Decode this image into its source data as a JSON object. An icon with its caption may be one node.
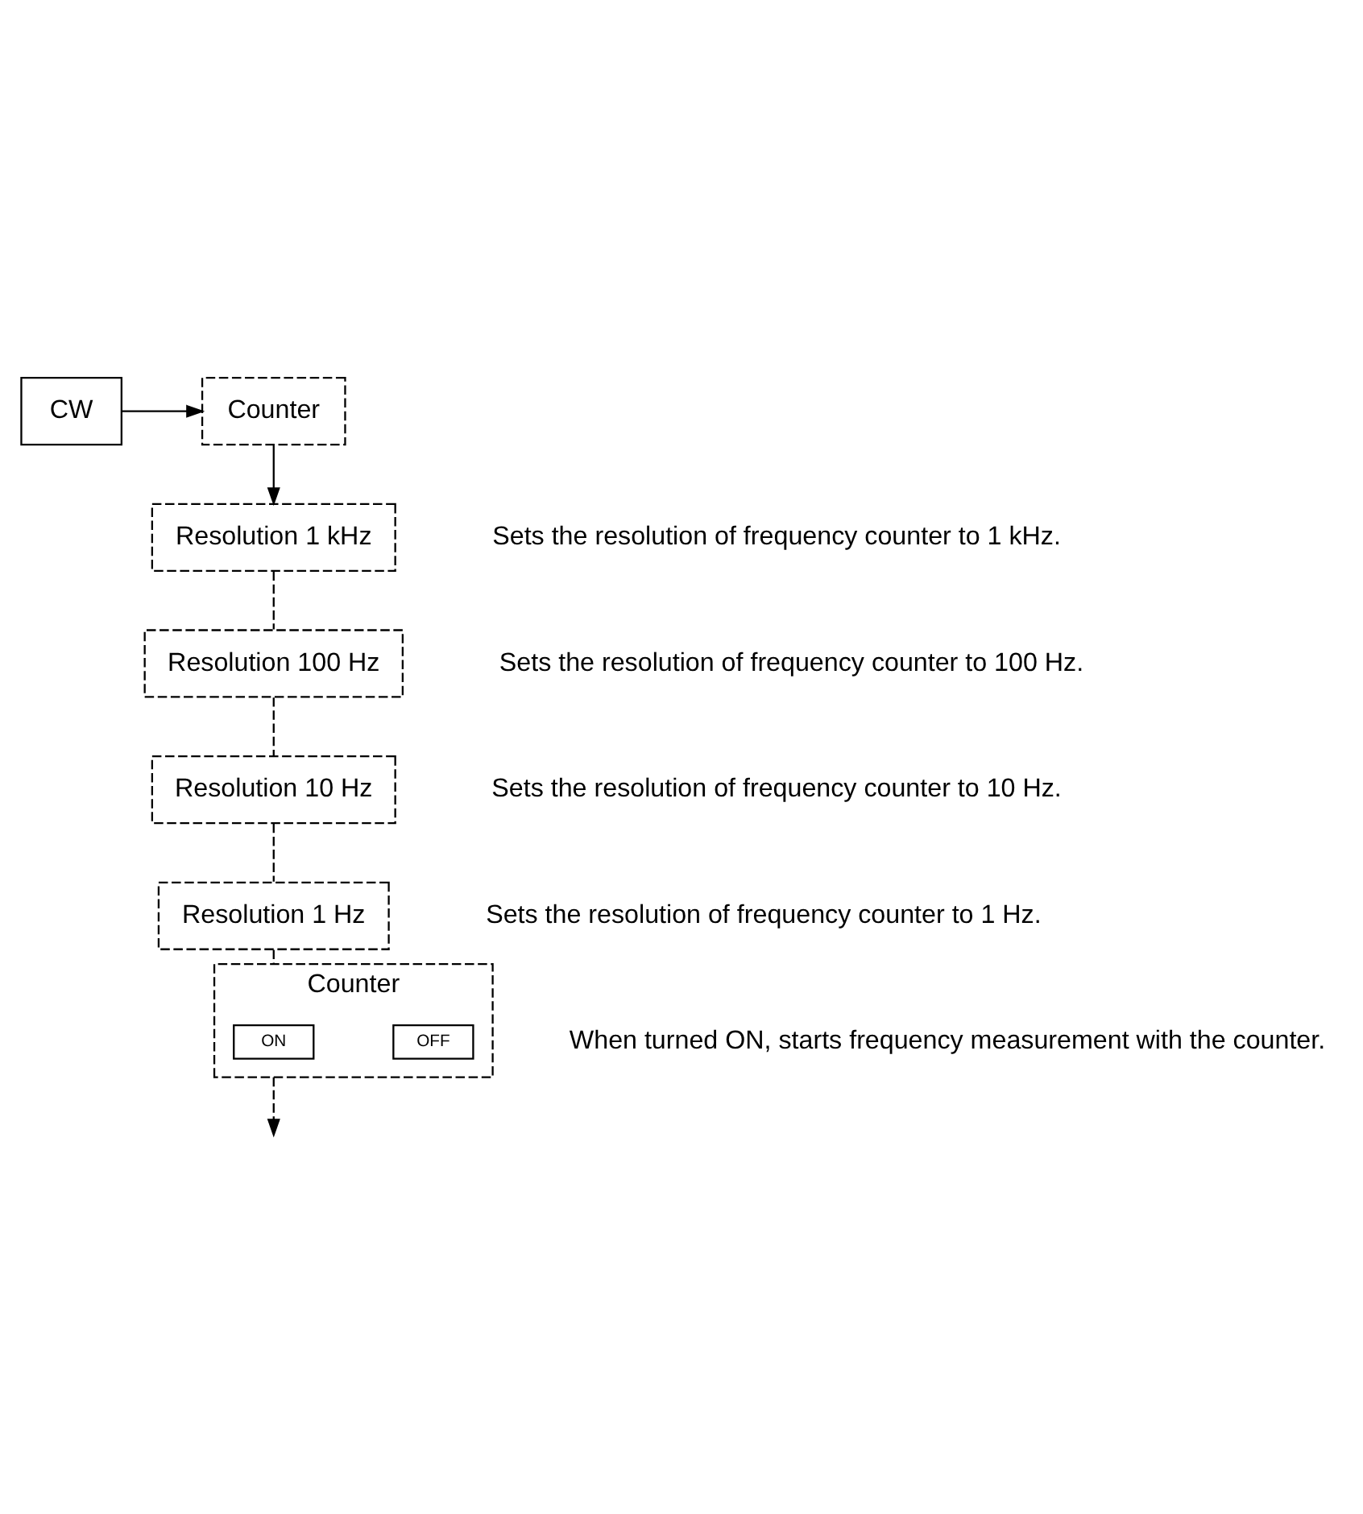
{
  "diagram": {
    "nodes": [
      {
        "text": [
          "CW"
        ]
      },
      {
        "text": [
          "Counter"
        ]
      },
      {
        "text": [
          "Resolution 1 kHz"
        ],
        "beside": [
          "Sets the resolution of frequency counter to 1 kHz."
        ]
      },
      {
        "text": [
          "Resolution 100 Hz"
        ],
        "beside": [
          "Sets the resolution of frequency counter to 100 Hz."
        ]
      },
      {
        "text": [
          "Resolution 10 Hz"
        ],
        "beside": [
          "Sets the resolution of frequency counter to 10 Hz."
        ]
      },
      {
        "text": [
          "Resolution 1 Hz"
        ],
        "beside": [
          "Sets the resolution of frequency counter to 1 Hz."
        ]
      },
      {
        "text": [
          "Counter"
        ],
        "beside": [
          "When turned ON, starts frequency measurement with the counter."
        ]
      },
      {
        "text": [
          "ON"
        ],
        "in": 6
      },
      {
        "text": [
          "OFF"
        ],
        "in": 6
      }
    ],
    "edges": [
      {
        "from": 0,
        "to": 1,
        "arrow": "to"
      },
      {
        "from": 1,
        "to": 2,
        "arrow": "to"
      },
      {
        "from": 2,
        "to": 3,
        "arrow": "none",
        "style": "dashed"
      },
      {
        "from": 3,
        "to": 4,
        "arrow": "none",
        "style": "dashed"
      },
      {
        "from": 4,
        "to": 5,
        "arrow": "none",
        "style": "dashed"
      },
      {
        "from": 5,
        "to": 6,
        "arrow": "none",
        "style": "dashed"
      },
      {
        "from": 6,
        "to": null,
        "arrow": "to",
        "style": "dashed"
      }
    ]
  }
}
